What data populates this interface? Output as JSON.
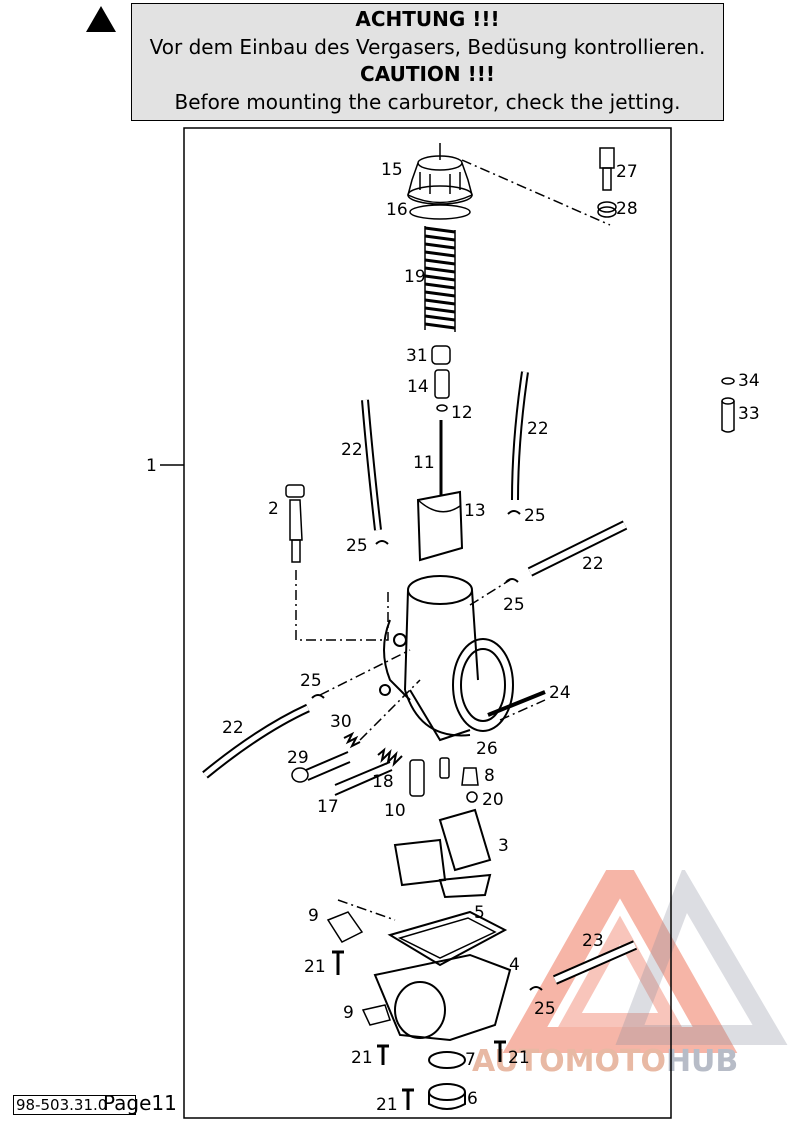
{
  "caution": {
    "de_title": "ACHTUNG !!!",
    "de_text": "Vor dem Einbau des Vergasers, Bedüsung kontrollieren.",
    "en_title": "CAUTION !!!",
    "en_text": "Before mounting the carburetor, check the jetting."
  },
  "labels": {
    "p1": "1",
    "p2": "2",
    "p3": "3",
    "p4": "4",
    "p5": "5",
    "p6": "6",
    "p7": "7",
    "p8": "8",
    "p9a": "9",
    "p9b": "9",
    "p10": "10",
    "p11": "11",
    "p12": "12",
    "p13": "13",
    "p14": "14",
    "p15": "15",
    "p16": "16",
    "p17": "17",
    "p18": "18",
    "p19": "19",
    "p20": "20",
    "p21a": "21",
    "p21b": "21",
    "p21c": "21",
    "p21d": "21",
    "p22a": "22",
    "p22b": "22",
    "p22c": "22",
    "p22d": "22",
    "p23": "23",
    "p24": "24",
    "p25a": "25",
    "p25b": "25",
    "p25c": "25",
    "p25d": "25",
    "p25e": "25",
    "p26": "26",
    "p27": "27",
    "p28": "28",
    "p29": "29",
    "p30": "30",
    "p31": "31",
    "p33": "33",
    "p34": "34"
  },
  "footer": {
    "doc_ref": "98-503.31.0",
    "page": "Page11"
  },
  "watermark": {
    "part1": "AUTOMOTO",
    "part2": "HUB",
    "color_red": "#e8b9a4",
    "color_grey": "#b7bcc7"
  }
}
